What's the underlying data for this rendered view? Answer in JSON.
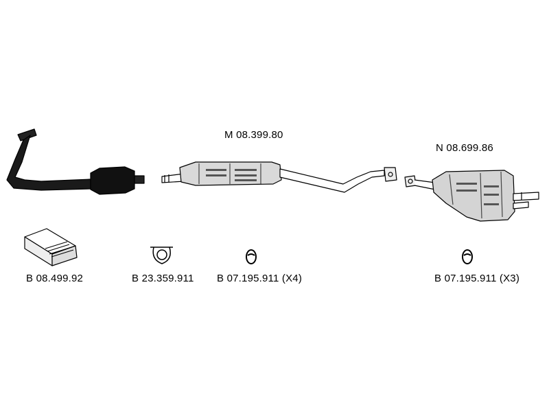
{
  "parts": {
    "front_pipe_cat": {},
    "middle_silencer": {
      "code": "M 08.399.80"
    },
    "rear_silencer": {
      "code": "N 08.699.86"
    }
  },
  "accessories": {
    "mounting_kit": {
      "code": "B 08.499.92"
    },
    "clamp": {
      "code": "B 23.359.911"
    },
    "ring_a": {
      "code": "B 07.195.911 (X4)"
    },
    "ring_b": {
      "code": "B 07.195.911 (X3)"
    }
  }
}
